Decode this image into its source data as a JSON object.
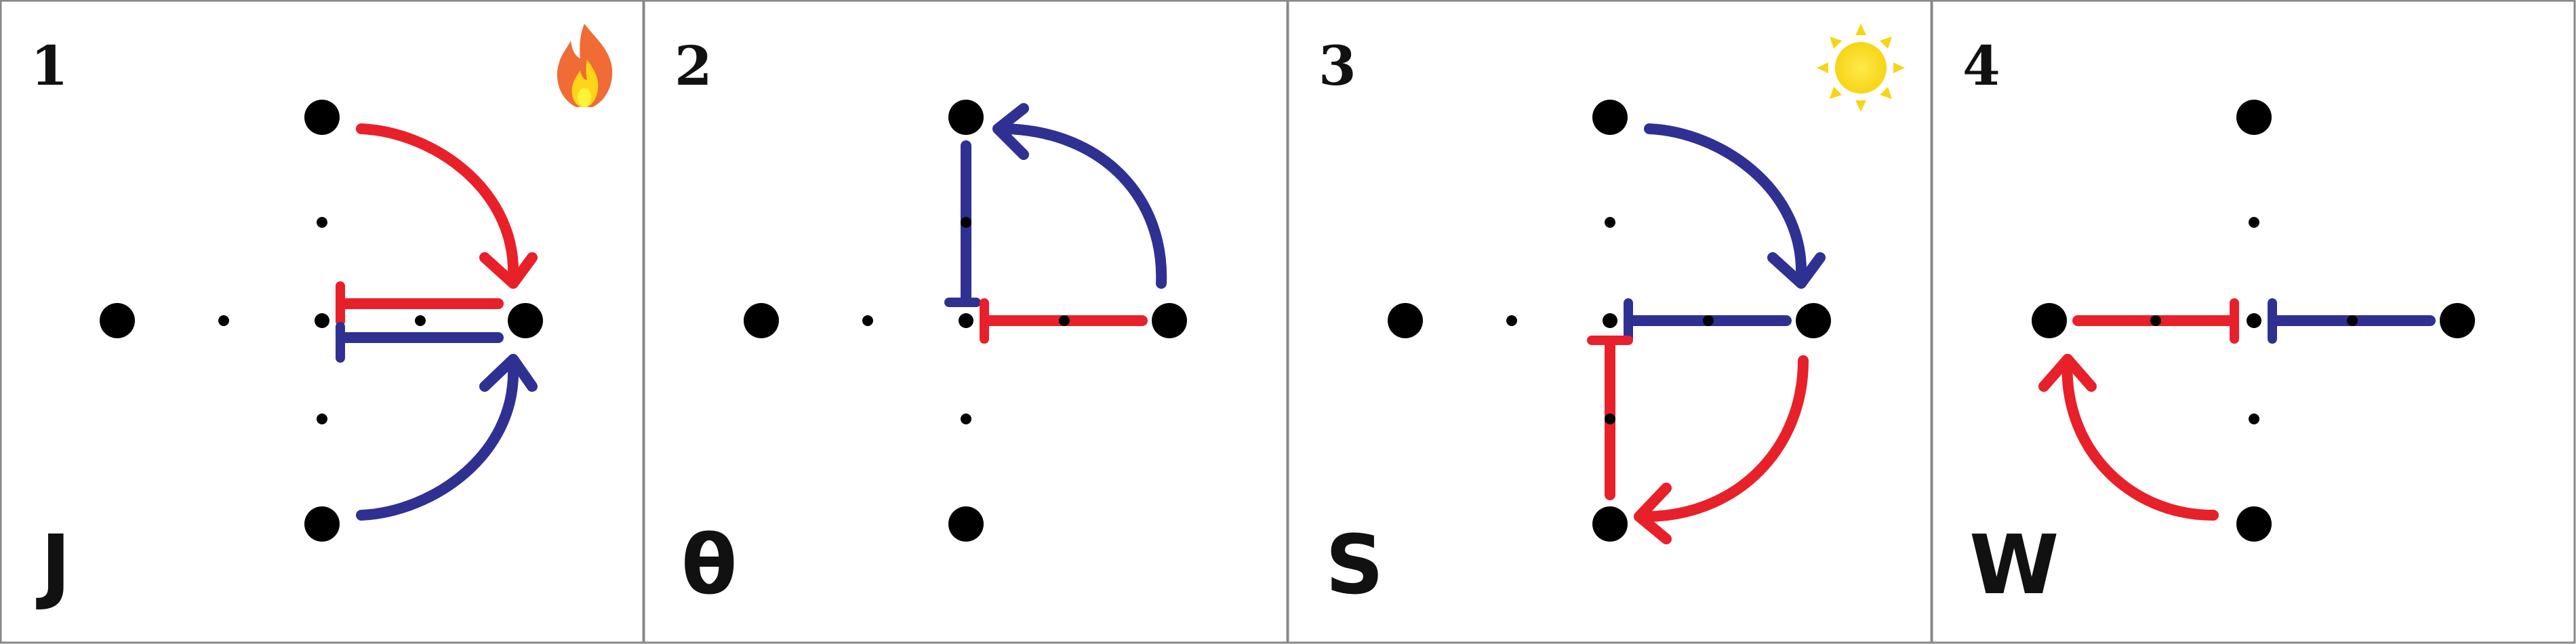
{
  "colors": {
    "red": "#e8202a",
    "blue": "#2e3192",
    "node": "#000000",
    "border": "#888888"
  },
  "panels": [
    {
      "number": "1",
      "letter": "J",
      "badge": "fire-icon"
    },
    {
      "number": "2",
      "letter": "θ",
      "badge": ""
    },
    {
      "number": "3",
      "letter": "S",
      "badge": "sun-icon"
    },
    {
      "number": "4",
      "letter": "W",
      "badge": ""
    }
  ]
}
